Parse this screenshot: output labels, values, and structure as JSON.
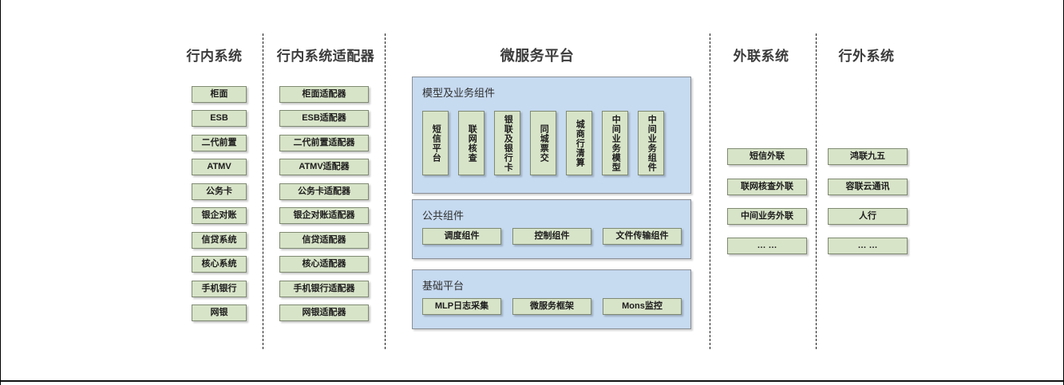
{
  "diagram": {
    "title_microservice_platform": "微服务平台",
    "columns": [
      {
        "id": "in-bank-systems",
        "title": "行内系统",
        "items": [
          "柜面",
          "ESB",
          "二代前置",
          "ATMV",
          "公务卡",
          "银企对账",
          "信贷系统",
          "核心系统",
          "手机银行",
          "网银"
        ]
      },
      {
        "id": "in-bank-adapters",
        "title": "行内系统适配器",
        "items": [
          "柜面适配器",
          "ESB适配器",
          "二代前置适配器",
          "ATMV适配器",
          "公务卡适配器",
          "银企对账适配器",
          "信贷适配器",
          "核心适配器",
          "手机银行适配器",
          "网银适配器"
        ]
      },
      {
        "id": "external-link-systems",
        "title": "外联系统",
        "items": [
          "短信外联",
          "联网核查外联",
          "中间业务外联",
          "… …"
        ]
      },
      {
        "id": "outside-bank-systems",
        "title": "行外系统",
        "items": [
          "鸿联九五",
          "容联云通讯",
          "人行",
          "… …"
        ]
      }
    ],
    "platform": {
      "panels": [
        {
          "id": "model-and-business-components",
          "title": "模型及业务组件",
          "orientation": "vertical",
          "items": [
            "短信平台",
            "联网核查",
            "银联及银行卡",
            "同城票交",
            "城商行清算",
            "中间业务模型",
            "中间业务组件"
          ]
        },
        {
          "id": "public-components",
          "title": "公共组件",
          "orientation": "horizontal",
          "items": [
            "调度组件",
            "控制组件",
            "文件传输组件"
          ]
        },
        {
          "id": "base-platform",
          "title": "基础平台",
          "orientation": "horizontal",
          "items": [
            "MLP日志采集",
            "微服务框架",
            "Mons监控"
          ]
        }
      ]
    },
    "colors": {
      "node_fill": "#d8e4c8",
      "node_border": "#7f8a72",
      "panel_fill": "#c6daf0",
      "panel_border": "#8a8f96",
      "title_text": "#3b3b3b",
      "background": "#ffffff"
    }
  }
}
